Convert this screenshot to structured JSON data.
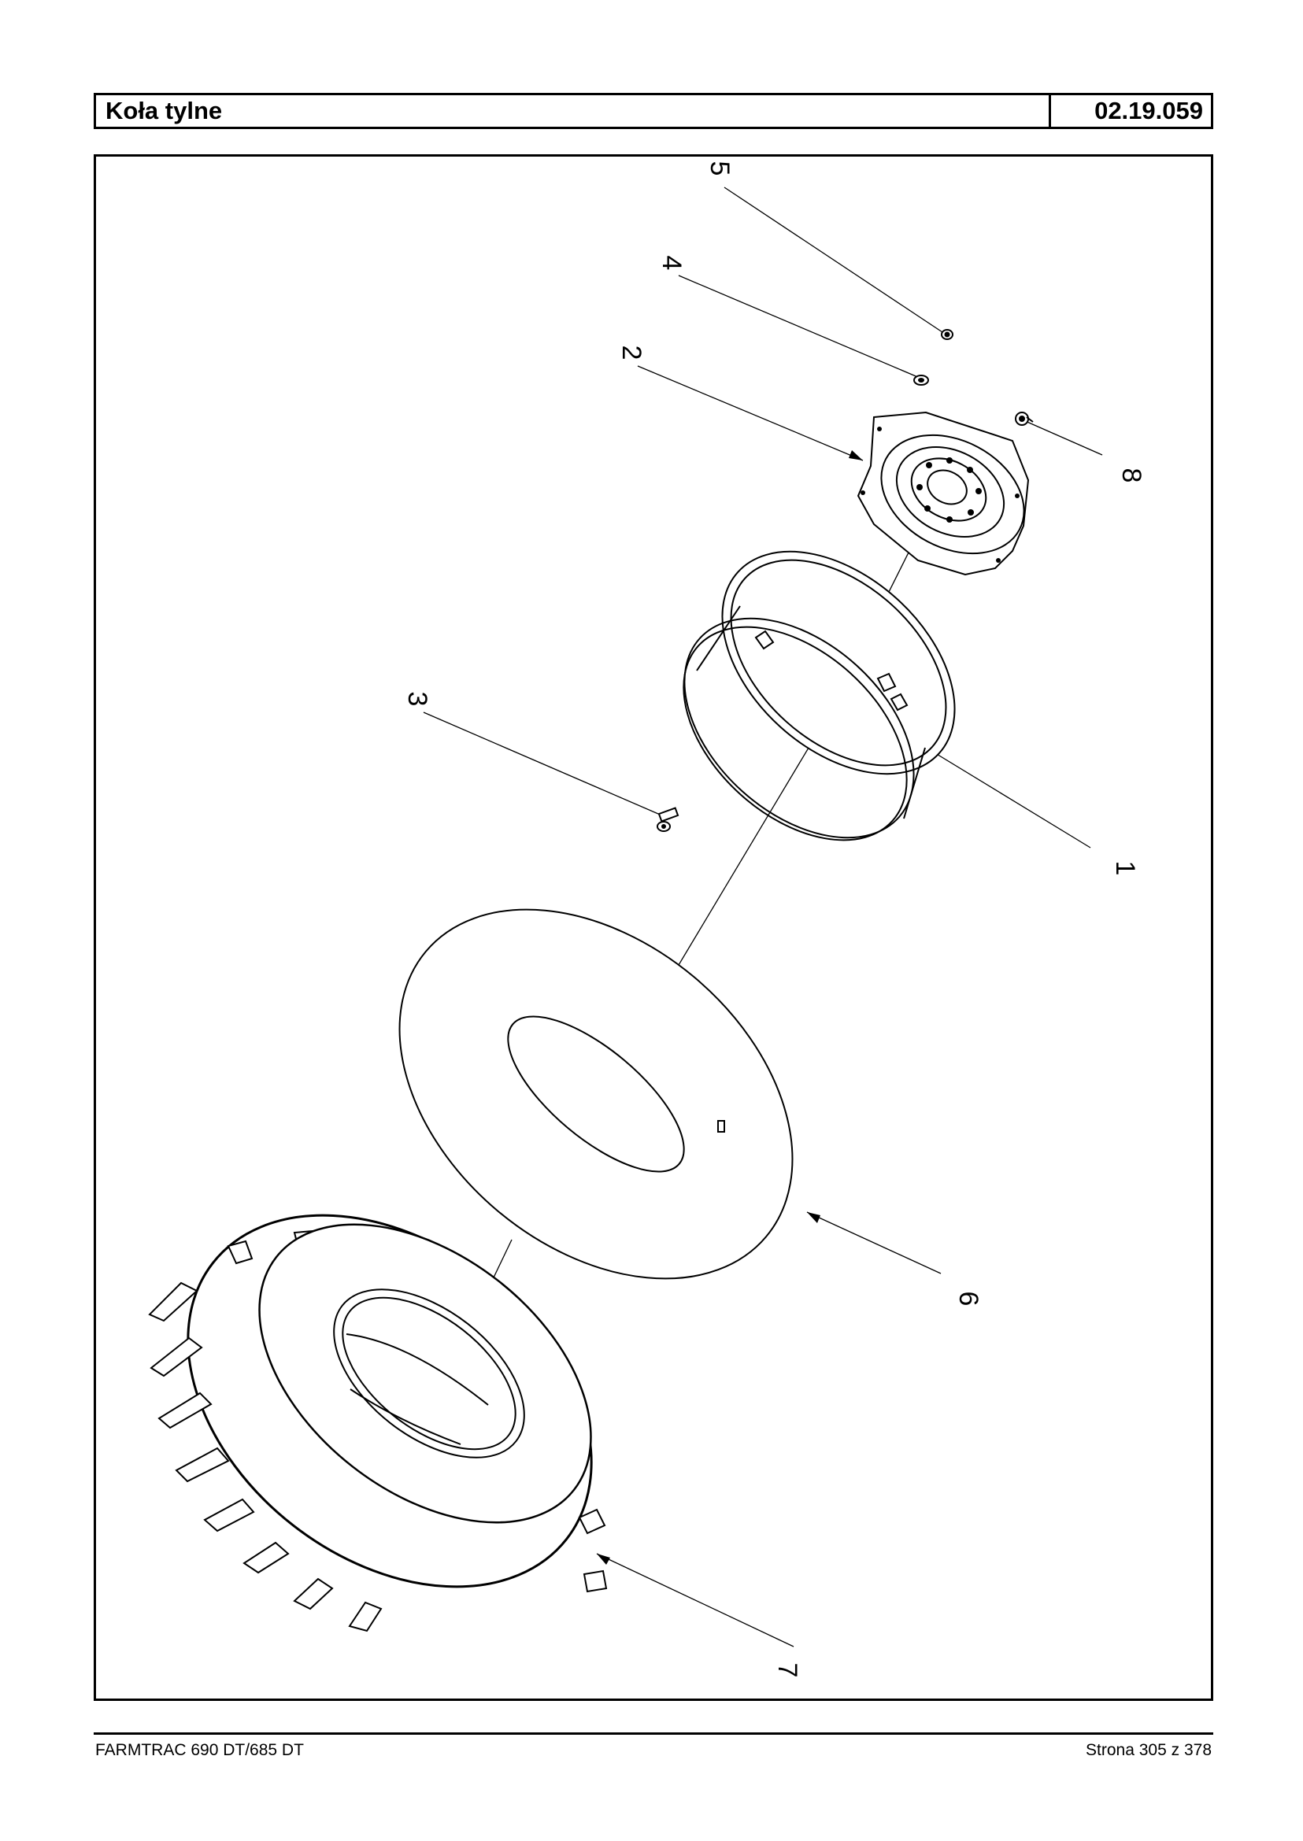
{
  "header": {
    "title": "Koła tylne",
    "code": "02.19.059"
  },
  "drawing": {
    "callouts": [
      "1",
      "2",
      "3",
      "4",
      "5",
      "6",
      "7",
      "8"
    ]
  },
  "footer": {
    "model": "FARMTRAC 690 DT/685 DT",
    "page": "Strona 305 z 378"
  }
}
